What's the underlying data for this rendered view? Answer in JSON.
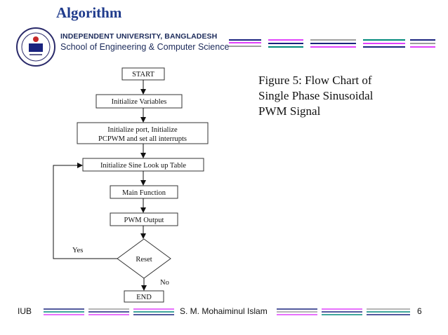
{
  "slide": {
    "title": "Algorithm",
    "university": "INDEPENDENT UNIVERSITY, BANGLADESH",
    "school": "School of Engineering & Computer Science",
    "caption_lines": [
      "Figure 5: Flow Chart of",
      "Single Phase Sinusoidal",
      "PWM Signal"
    ]
  },
  "flowchart": {
    "start": "START",
    "init_variables": "Initialize Variables",
    "init_port_line1": "Initialize port, Initialize",
    "init_port_line2": "PCPWM and set all interrupts",
    "init_sine": "Initialize Sine Look up Table",
    "main_function": "Main Function",
    "pwm_output": "PWM Output",
    "reset": "Reset",
    "yes_label": "Yes",
    "no_label": "No",
    "end": "END"
  },
  "footer": {
    "left": "IUB",
    "center": "S. M. Mohaiminul Islam",
    "page_number": "6"
  },
  "colors": {
    "title": "#1f3b8c",
    "stripe_blue": "#1a237e",
    "stripe_pink": "#e040fb",
    "stripe_teal": "#00897b",
    "stripe_gray": "#9e9e9e"
  }
}
